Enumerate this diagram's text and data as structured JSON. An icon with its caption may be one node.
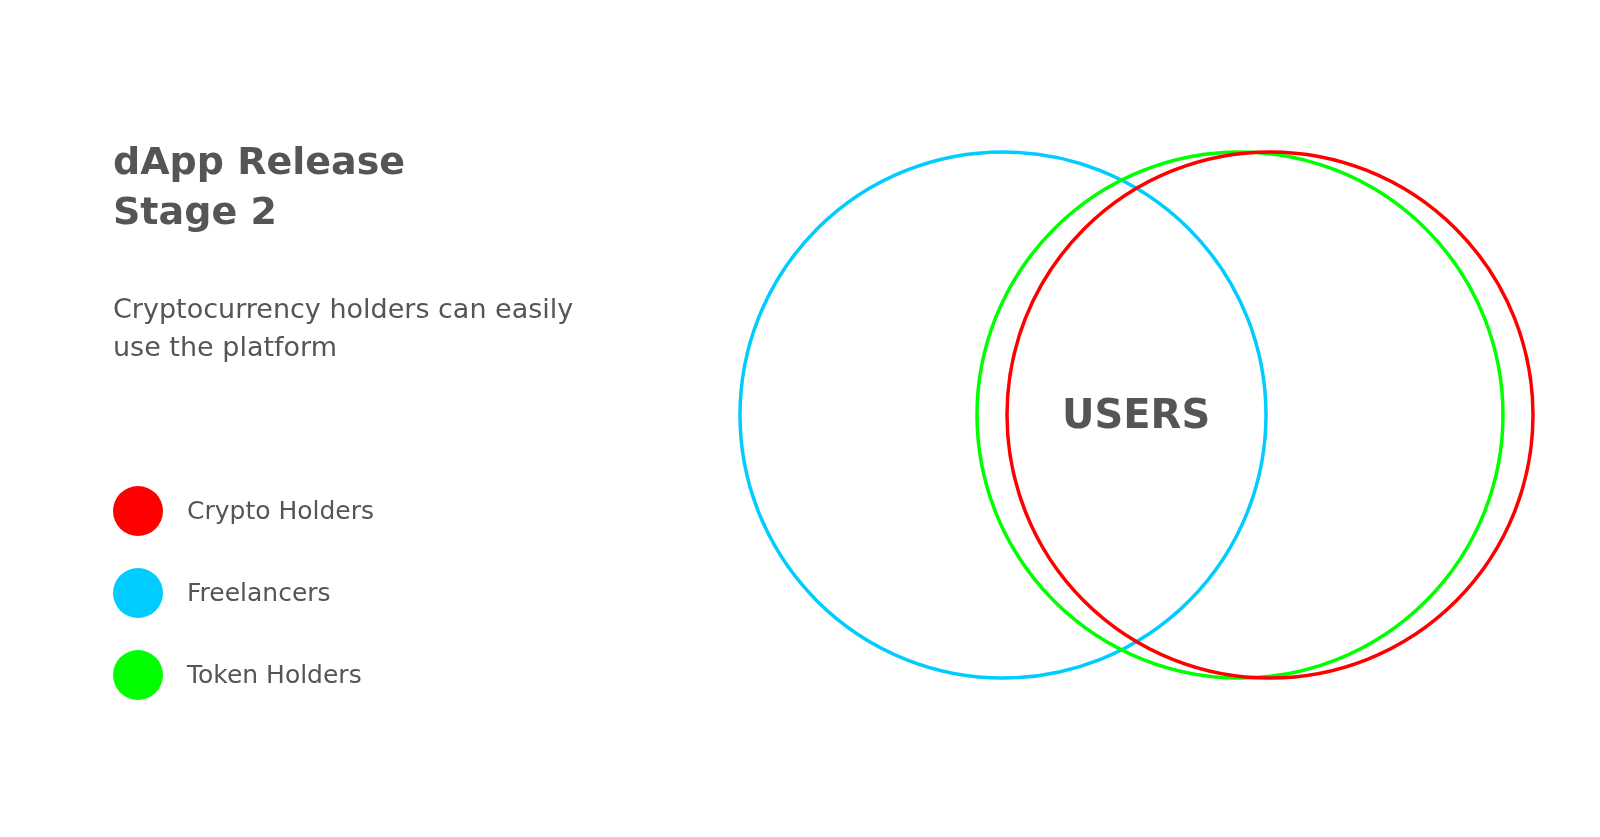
{
  "diagram": {
    "title": "dApp Release Stage 2",
    "labels": [
      "Cryptocurrency holders can easily use the platform",
      "USERS"
    ],
    "legend": [
      {
        "text": "Crypto Holders",
        "color": "#ff0000"
      },
      {
        "text": "Freelancers",
        "color": "#00ccff"
      },
      {
        "text": "Token Holders",
        "color": "#00ff00"
      }
    ]
  }
}
